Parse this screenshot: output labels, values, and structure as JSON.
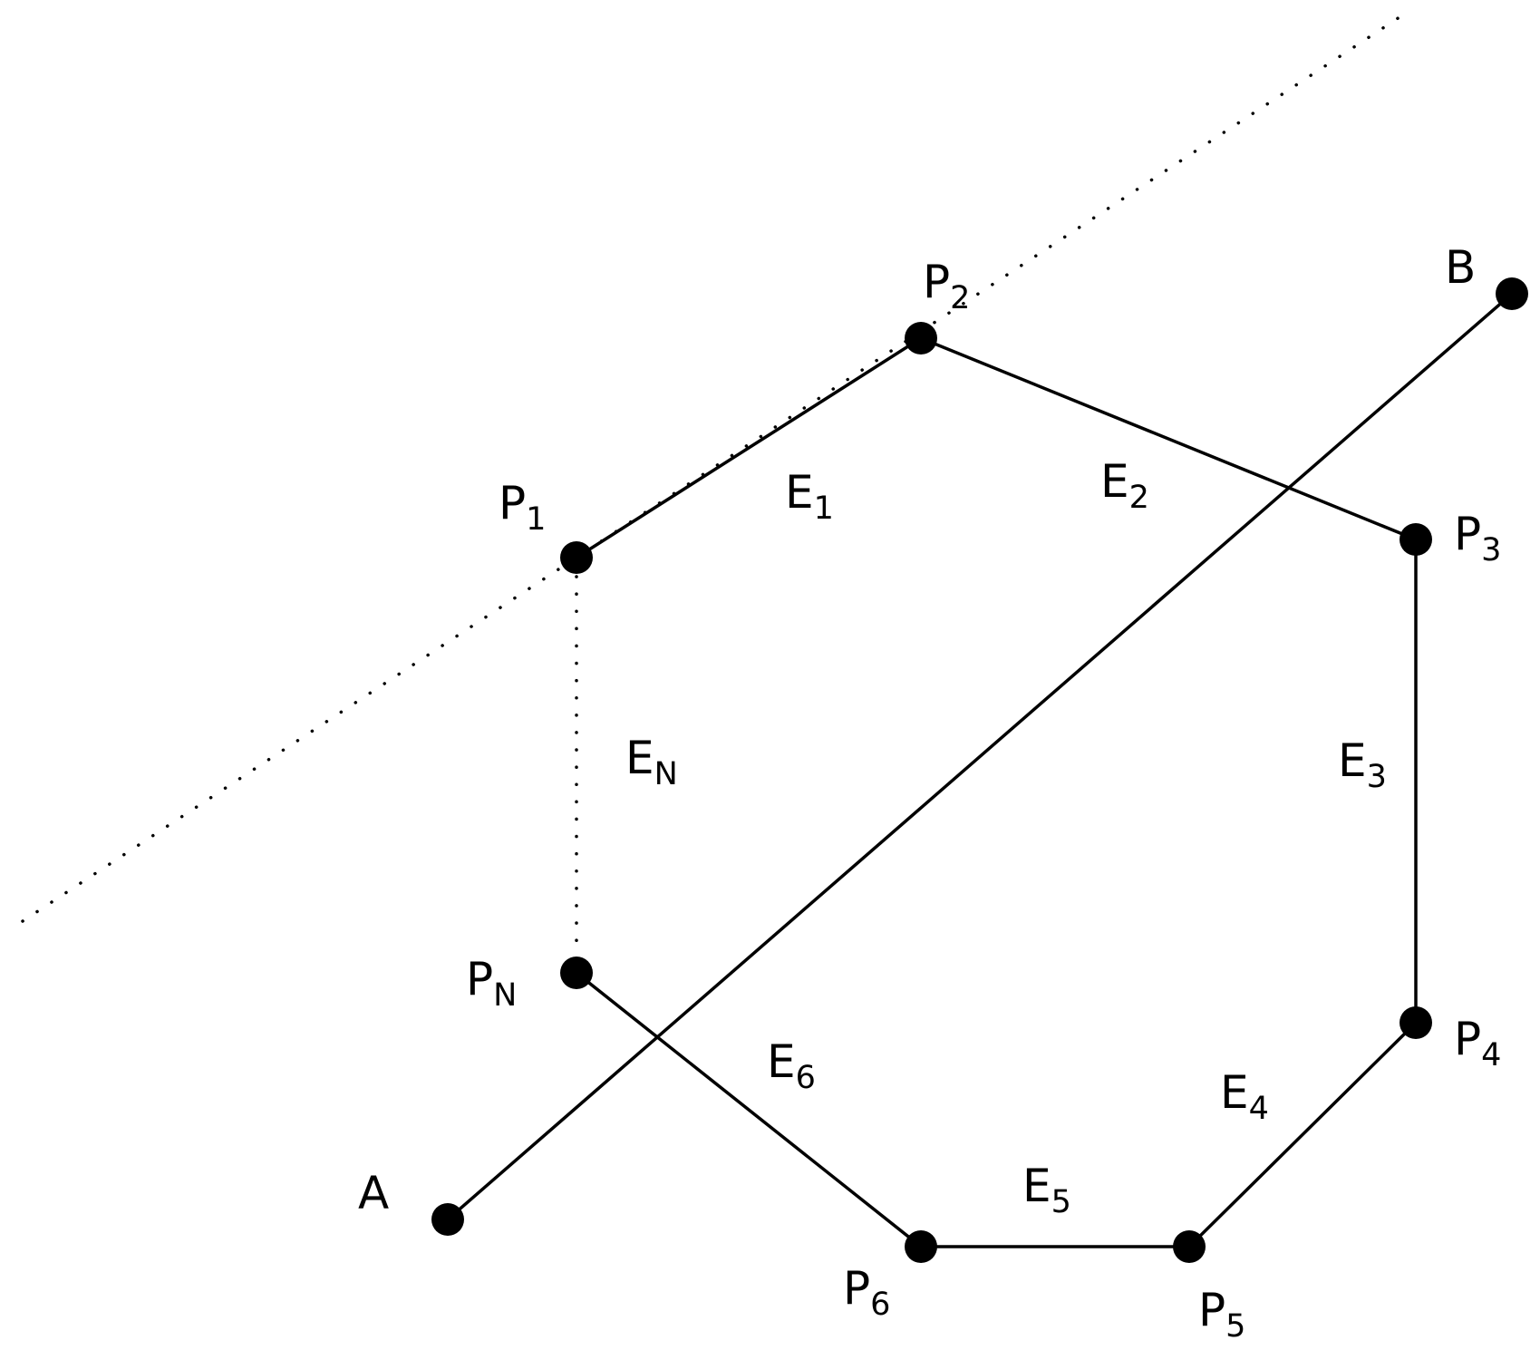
{
  "points": {
    "A": {
      "label": "A",
      "sub": ""
    },
    "B": {
      "label": "B",
      "sub": ""
    },
    "P1": {
      "label": "P",
      "sub": "1"
    },
    "P2": {
      "label": "P",
      "sub": "2"
    },
    "P3": {
      "label": "P",
      "sub": "3"
    },
    "P4": {
      "label": "P",
      "sub": "4"
    },
    "P5": {
      "label": "P",
      "sub": "5"
    },
    "P6": {
      "label": "P",
      "sub": "6"
    },
    "PN": {
      "label": "P",
      "sub": "N"
    }
  },
  "edges": {
    "E1": {
      "label": "E",
      "sub": "1"
    },
    "E2": {
      "label": "E",
      "sub": "2"
    },
    "E3": {
      "label": "E",
      "sub": "3"
    },
    "E4": {
      "label": "E",
      "sub": "4"
    },
    "E5": {
      "label": "E",
      "sub": "5"
    },
    "E6": {
      "label": "E",
      "sub": "6"
    },
    "EN": {
      "label": "E",
      "sub": "N"
    }
  },
  "colors": {
    "stroke": "#000000",
    "background": "#ffffff"
  }
}
